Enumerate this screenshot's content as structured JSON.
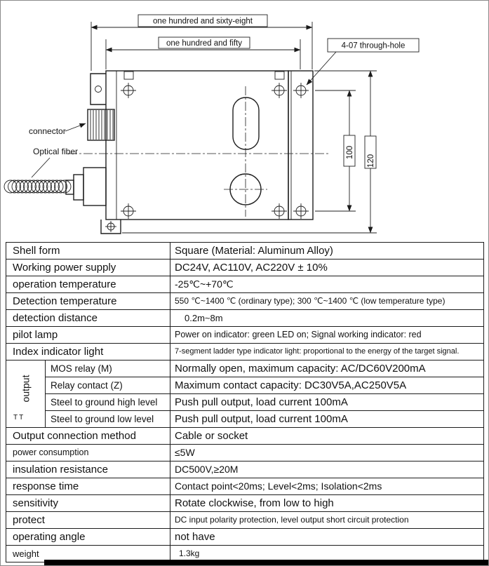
{
  "diagram": {
    "dim_outer_width": "one hundred and sixty-eight",
    "dim_inner_width": "one hundred and fifty",
    "through_hole": "4-07 through-hole",
    "connector": "connector",
    "optical_fiber": "Optical fiber",
    "dim_inner_height": "100",
    "dim_outer_height": "120"
  },
  "table": {
    "output_label": "output",
    "output_note": "TT",
    "rows": [
      {
        "label": "Shell form",
        "value": "Square (Material: Aluminum Alloy)"
      },
      {
        "label": "Working power supply",
        "value": "DC24V, AC110V, AC220V ± 10%"
      },
      {
        "label": "operation temperature",
        "value": "-25℃~+70℃"
      },
      {
        "label": "Detection temperature",
        "value": "550 ℃~1400 ℃ (ordinary type); 300 ℃~1400 ℃ (low temperature type)"
      },
      {
        "label": "detection distance",
        "value": "0.2m~8m"
      },
      {
        "label": "pilot lamp",
        "value": "Power on indicator: green LED on; Signal working indicator: red"
      },
      {
        "label": "Index indicator light",
        "value": "7-segment ladder type indicator light: proportional to the energy of the target signal."
      },
      {
        "label": "MOS relay (M)",
        "value": "Normally open, maximum capacity: AC/DC60V200mA"
      },
      {
        "label": "Relay contact (Z)",
        "value": "Maximum contact capacity: DC30V5A,AC250V5A"
      },
      {
        "label": "Steel to ground high level",
        "value": "Push pull output, load current 100mA"
      },
      {
        "label": "Steel to ground low level",
        "value": "Push pull output, load current 100mA"
      },
      {
        "label": "Output connection method",
        "value": "Cable or socket"
      },
      {
        "label": "power consumption",
        "value": "≤5W"
      },
      {
        "label": "insulation resistance",
        "value": "DC500V,≥20M"
      },
      {
        "label": "response time",
        "value": "Contact point<20ms; Level<2ms; Isolation<2ms"
      },
      {
        "label": "sensitivity",
        "value": "Rotate clockwise, from low to high"
      },
      {
        "label": "protect",
        "value": "DC input polarity protection, level output short circuit protection"
      },
      {
        "label": "operating angle",
        "value": "not have"
      },
      {
        "label": "weight",
        "value": "1.3kg"
      }
    ]
  }
}
